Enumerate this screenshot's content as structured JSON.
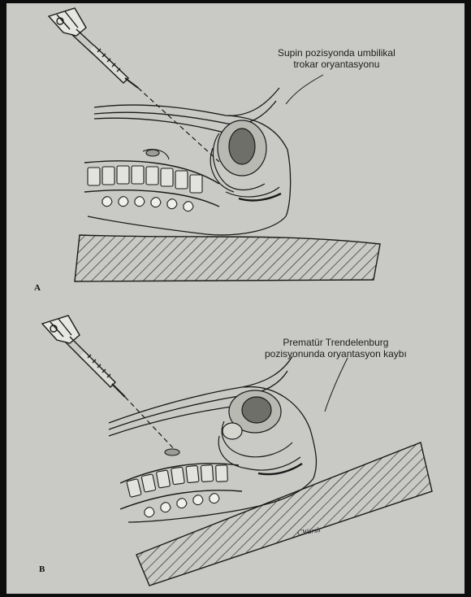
{
  "panels": [
    {
      "letter": "A",
      "caption_line1": "Supin pozisyonda umbilikal",
      "caption_line2": "trokar oryantasyonu"
    },
    {
      "letter": "B",
      "caption_line1": "Prematür Trendelenburg",
      "caption_line2": "pozisyonunda oryantasyon kaybı"
    }
  ],
  "signature": "CWarsh",
  "colors": {
    "paper": "#c9c9c6",
    "ink": "#1a1a1a",
    "frame": "#0d0d0d"
  }
}
